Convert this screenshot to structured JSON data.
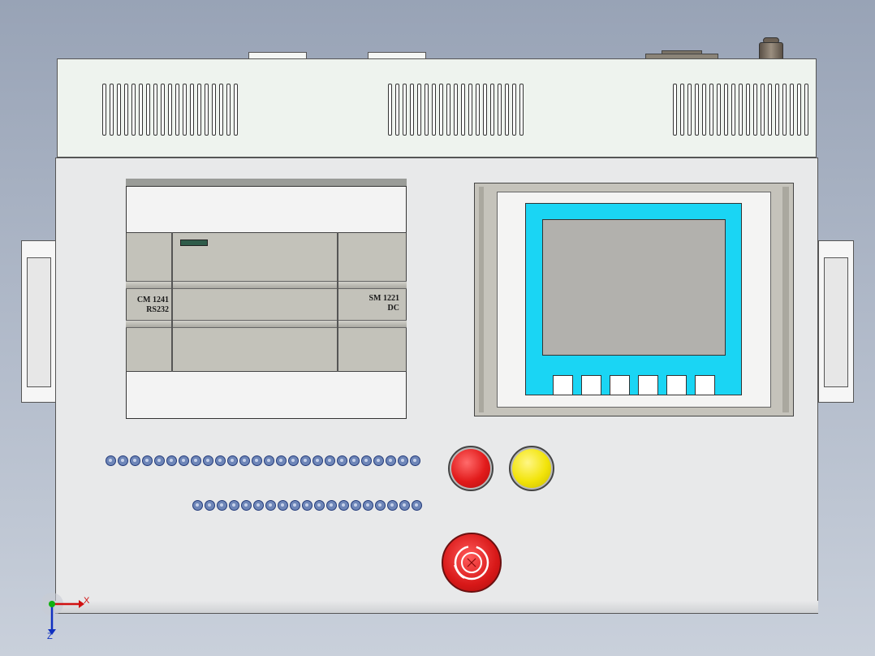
{
  "plc": {
    "cm_line1": "CM 1241",
    "cm_line2": "RS232",
    "sm_line1": "SM 1221",
    "sm_line2": "DC"
  },
  "terminals": {
    "row1_count": 26,
    "row2_count": 19
  },
  "hmi": {
    "function_key_count": 6
  },
  "triad": {
    "x_label": "X",
    "z_label": "Z"
  },
  "colors": {
    "hmi_accent": "#1ad5f4",
    "red_button": "#e21b1b",
    "yellow_button": "#f2e40a",
    "terminal": "#6e86b8"
  }
}
